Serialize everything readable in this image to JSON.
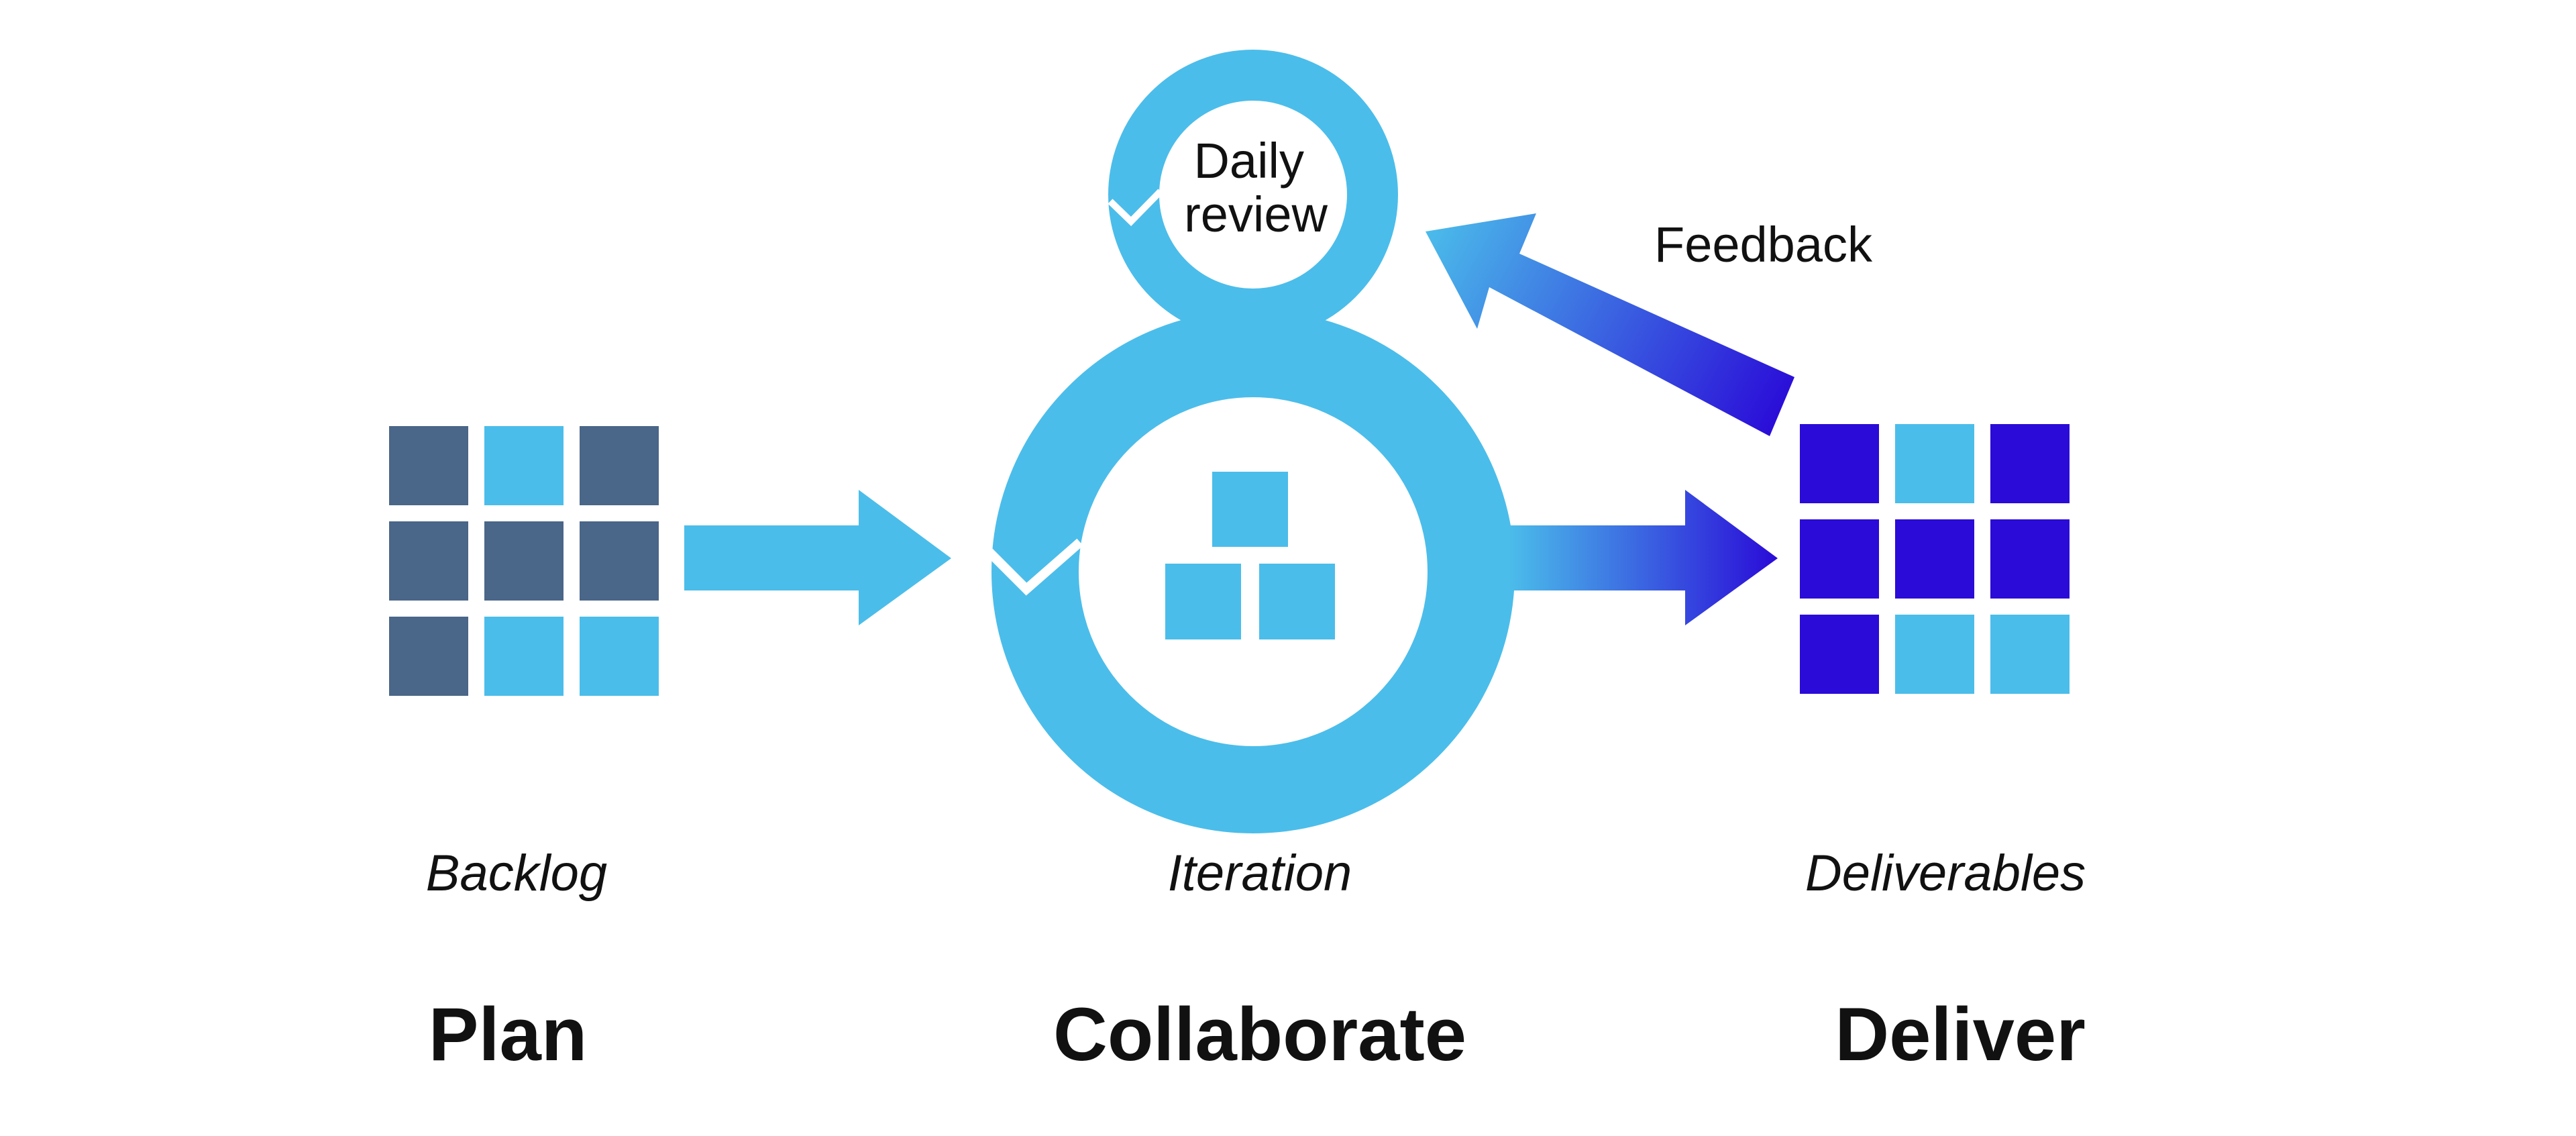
{
  "colors": {
    "light_blue": "#4BBDEA",
    "slate": "#4A6688",
    "indigo": "#2A0BD8",
    "text": "#111111"
  },
  "backlog": {
    "caption": "Backlog",
    "stage": "Plan",
    "grid": [
      [
        "slate",
        "light_blue",
        "slate"
      ],
      [
        "slate",
        "slate",
        "slate"
      ],
      [
        "slate",
        "light_blue",
        "light_blue"
      ]
    ]
  },
  "iteration": {
    "caption": "Iteration",
    "stage": "Collaborate",
    "daily_review": [
      "Daily",
      "review"
    ],
    "icon": "stacked-blocks-icon"
  },
  "deliverables": {
    "caption": "Deliverables",
    "stage": "Deliver",
    "grid": [
      [
        "indigo",
        "light_blue",
        "indigo"
      ],
      [
        "indigo",
        "indigo",
        "indigo"
      ],
      [
        "indigo",
        "light_blue",
        "light_blue"
      ]
    ]
  },
  "feedback": {
    "label": "Feedback"
  }
}
